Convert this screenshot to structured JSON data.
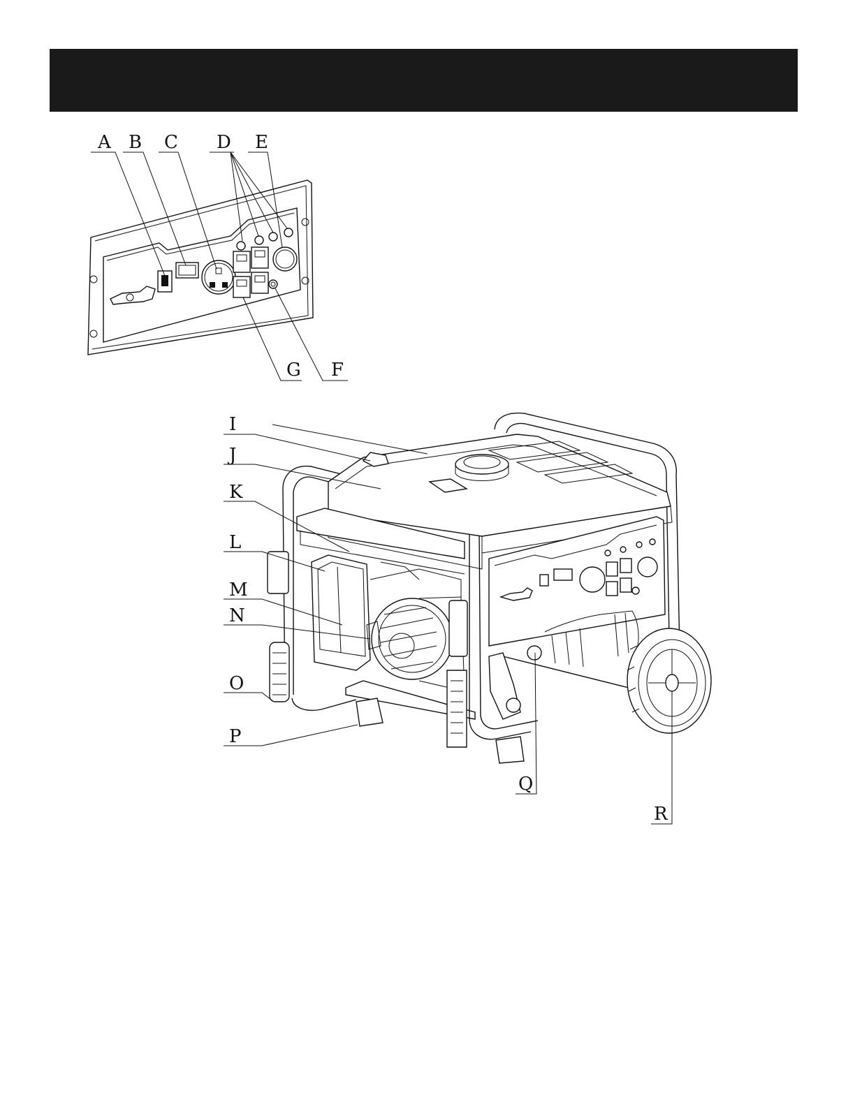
{
  "header": {
    "color": "#1a1a1a"
  },
  "diagram": {
    "panel_labels": {
      "A": "A",
      "B": "B",
      "C": "C",
      "D": "D",
      "E": "E",
      "F": "F",
      "G": "G"
    },
    "generator_labels": {
      "I": "I",
      "J": "J",
      "K": "K",
      "L": "L",
      "M": "M",
      "N": "N",
      "O": "O",
      "P": "P",
      "Q": "Q",
      "R": "R"
    }
  }
}
